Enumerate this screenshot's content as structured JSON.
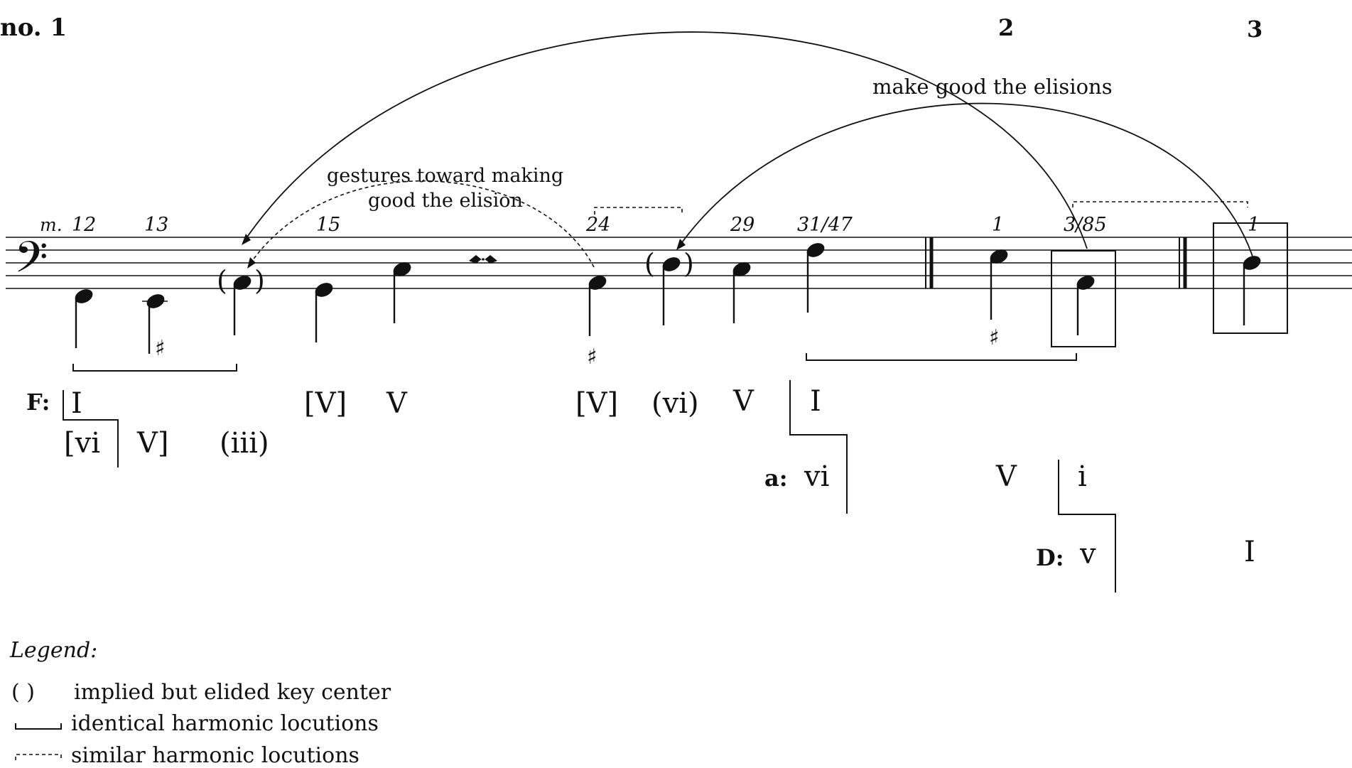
{
  "sections": {
    "s1": "no. 1",
    "s2": "2",
    "s3": "3"
  },
  "annotations": {
    "make_good": "make good the elisions",
    "gestures_line1": "gestures toward making",
    "gestures_line2": "good the elision"
  },
  "measures": {
    "prefix": "m.",
    "m12": "12",
    "m13": "13",
    "m15": "15",
    "m24": "24",
    "m29": "29",
    "m31_47": "31/47",
    "m1a": "1",
    "m3_85": "3/85",
    "m1b": "1"
  },
  "keys": {
    "F": "F:",
    "a": "a:",
    "D": "D:"
  },
  "roman": {
    "f_I": "I",
    "f_vi": "[vi",
    "f_V": "V]",
    "f_iii": "(iii)",
    "f_V_bracket_1": "[V]",
    "f_V_1": "V",
    "f_V_bracket_2": "[V]",
    "f_vi_paren": "(vi)",
    "f_V_2": "V",
    "f_I_2": "I",
    "a_vi": "vi",
    "a_V": "V",
    "a_i": "i",
    "d_v": "v",
    "d_I": "I"
  },
  "legend": {
    "title": "Legend:",
    "parens_symbol": "(   )",
    "implied": "implied but elided key center",
    "identical": "identical harmonic locutions",
    "similar": "similar harmonic locutions"
  },
  "symbols": {
    "bass_clef": "𝄢",
    "sharp": "♯",
    "paren_open": "(",
    "paren_close": ")",
    "turn": "⏦"
  },
  "icons": [
    "bass-clef-icon",
    "sharp-icon",
    "double-barline",
    "turn-ornament-icon"
  ]
}
